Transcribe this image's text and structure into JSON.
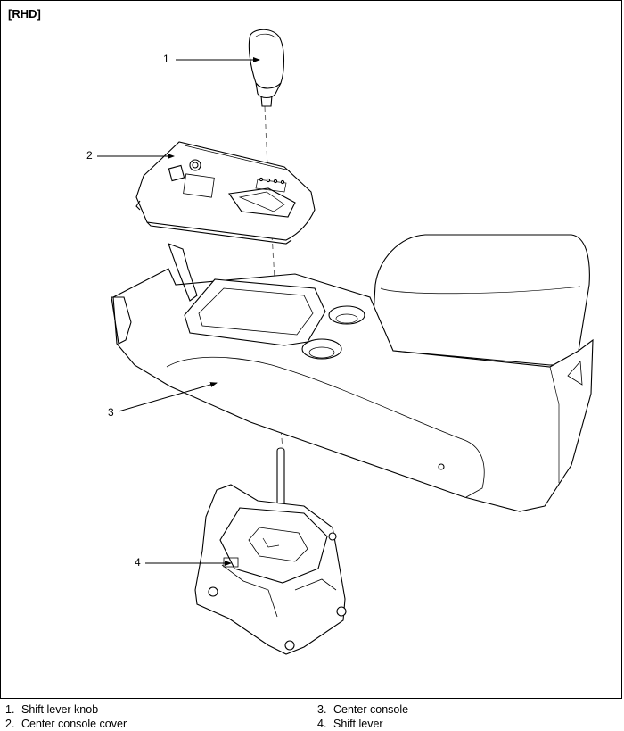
{
  "header": {
    "tag": "[RHD]"
  },
  "callouts": [
    {
      "number": "1"
    },
    {
      "number": "2"
    },
    {
      "number": "3"
    },
    {
      "number": "4"
    }
  ],
  "legend": [
    {
      "number": "1.",
      "label": "Shift lever knob"
    },
    {
      "number": "2.",
      "label": "Center console cover"
    },
    {
      "number": "3.",
      "label": "Center console"
    },
    {
      "number": "4.",
      "label": "Shift lever"
    }
  ],
  "colors": {
    "line": "#000000",
    "background": "#ffffff",
    "dash": "#666666"
  }
}
